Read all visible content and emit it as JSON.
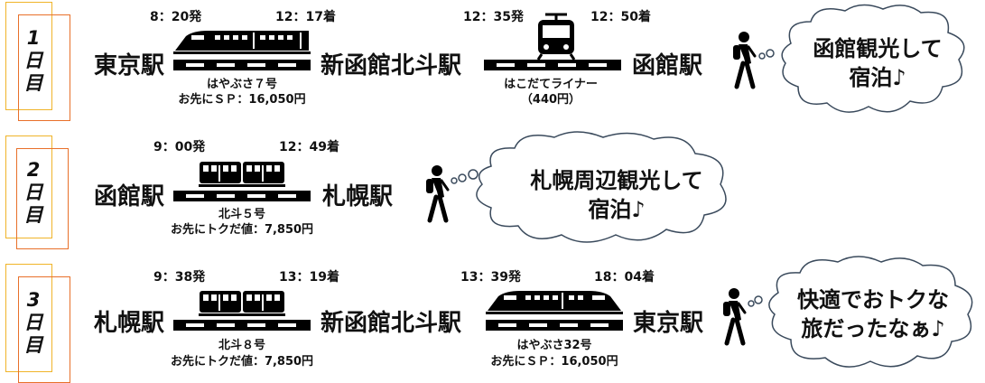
{
  "days": [
    {
      "label_chars": [
        "1",
        "日",
        "目"
      ],
      "stations": [
        "東京駅",
        "新函館北斗駅",
        "函館駅"
      ],
      "legs": [
        {
          "depart": "8：20発",
          "arrive": "12：17着",
          "train": "はやぶさ７号",
          "fare": "お先にＳＰ：16,050円",
          "train_icon": "shinkansen-icon"
        },
        {
          "depart": "12：35発",
          "arrive": "12：50着",
          "train": "はこだてライナー",
          "fare": "（440円）",
          "train_icon": "tram-icon"
        }
      ],
      "thought": [
        "函館観光して",
        "宿泊♪"
      ]
    },
    {
      "label_chars": [
        "2",
        "日",
        "目"
      ],
      "stations": [
        "函館駅",
        "札幌駅"
      ],
      "legs": [
        {
          "depart": "9：00発",
          "arrive": "12：49着",
          "train": "北斗５号",
          "fare": "お先にトクだ値：7,850円",
          "train_icon": "train-icon"
        }
      ],
      "thought": [
        "札幌周辺観光して",
        "宿泊♪"
      ]
    },
    {
      "label_chars": [
        "3",
        "日",
        "目"
      ],
      "stations": [
        "札幌駅",
        "新函館北斗駅",
        "東京駅"
      ],
      "legs": [
        {
          "depart": "9：38発",
          "arrive": "13：19着",
          "train": "北斗８号",
          "fare": "お先にトクだ値：7,850円",
          "train_icon": "train-icon"
        },
        {
          "depart": "13：39発",
          "arrive": "18：04着",
          "train": "はやぶさ32号",
          "fare": "お先にＳＰ：16,050円",
          "train_icon": "shinkansen-icon"
        }
      ],
      "thought": [
        "快適でおトクな",
        "旅だったなぁ♪"
      ]
    }
  ],
  "colors": {
    "frame_inner": "#f0b429",
    "frame_outer": "#e8702a",
    "ink": "#000000"
  }
}
